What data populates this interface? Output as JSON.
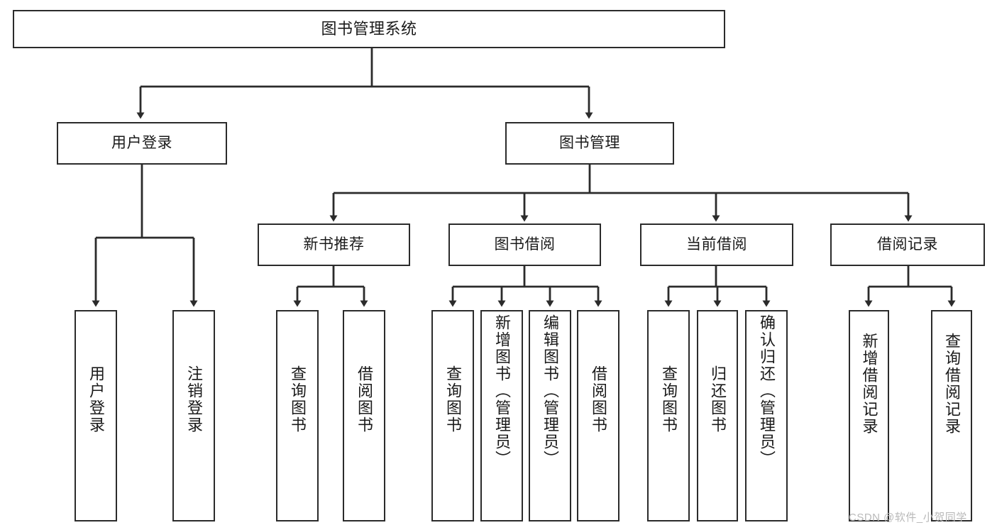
{
  "diagram": {
    "title": "图书管理系统",
    "type": "tree-hierarchy-functional-decomposition",
    "root": {
      "id": "root",
      "label": "图书管理系统"
    },
    "level2": [
      {
        "id": "login",
        "label": "用户登录"
      },
      {
        "id": "bookmgmt",
        "label": "图书管理"
      }
    ],
    "level3": [
      {
        "id": "newbook",
        "label": "新书推荐"
      },
      {
        "id": "borrow",
        "label": "图书借阅"
      },
      {
        "id": "current",
        "label": "当前借阅"
      },
      {
        "id": "record",
        "label": "借阅记录"
      }
    ],
    "leaves": {
      "login": [
        {
          "id": "leaf-user-login",
          "label": "用户登录"
        },
        {
          "id": "leaf-user-logout",
          "label": "注销登录"
        }
      ],
      "newbook": [
        {
          "id": "leaf-query-book-1",
          "label": "查询图书"
        },
        {
          "id": "leaf-borrow-book-1",
          "label": "借阅图书"
        }
      ],
      "borrow": [
        {
          "id": "leaf-query-book-2",
          "label": "查询图书"
        },
        {
          "id": "leaf-add-book",
          "label": "新增图书（管理员）"
        },
        {
          "id": "leaf-edit-book",
          "label": "编辑图书（管理员）"
        },
        {
          "id": "leaf-borrow-book-2",
          "label": "借阅图书"
        }
      ],
      "current": [
        {
          "id": "leaf-query-book-3",
          "label": "查询图书"
        },
        {
          "id": "leaf-return-book",
          "label": "归还图书"
        },
        {
          "id": "leaf-confirm-return",
          "label": "确认归还（管理员）"
        }
      ],
      "record": [
        {
          "id": "leaf-add-record",
          "label": "新增借阅记录"
        },
        {
          "id": "leaf-query-record",
          "label": "查询借阅记录"
        }
      ]
    }
  },
  "watermark": {
    "text": "CSDN @软件_小贺同学"
  },
  "colors": {
    "stroke": "#2b2b2b",
    "node_fill": "#ffffff",
    "background": "#ffffff",
    "watermark": "#b9b9b9"
  }
}
